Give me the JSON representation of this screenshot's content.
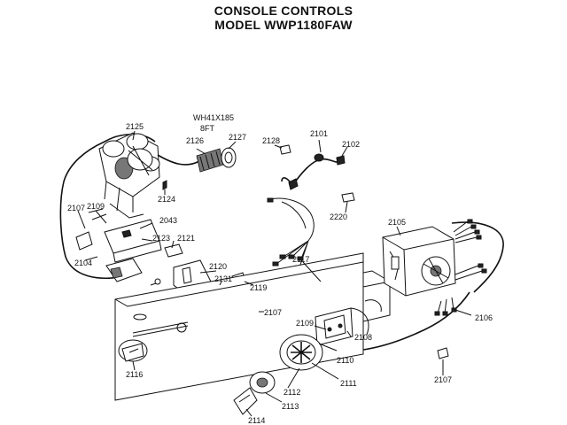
{
  "header": {
    "title": "CONSOLE CONTROLS",
    "model": "MODEL WWP1180FAW"
  },
  "hose_note": {
    "part": "WH41X185",
    "length": "8FT"
  },
  "part_labels": {
    "p2101": "2101",
    "p2102": "2102",
    "p2104": "2104",
    "p2105": "2105",
    "p2106": "2106",
    "p2107a": "2107",
    "p2107b": "2107",
    "p2107c": "2107",
    "p2108": "2108",
    "p2109a": "2109",
    "p2109b": "2109",
    "p2110": "2110",
    "p2111": "2111",
    "p2112": "2112",
    "p2113": "2113",
    "p2114": "2114",
    "p2116": "2116",
    "p2117": "2117",
    "p2119": "2119",
    "p2120": "2120",
    "p2121": "2121",
    "p2123": "2123",
    "p2124": "2124",
    "p2125": "2125",
    "p2126": "2126",
    "p2127": "2127",
    "p2128": "2128",
    "p2131": "2131",
    "p2043": "2043",
    "p2220": "2220"
  }
}
